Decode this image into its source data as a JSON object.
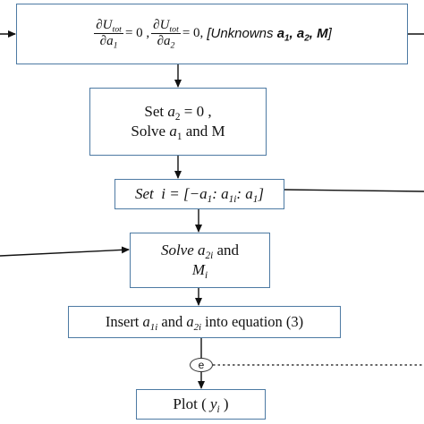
{
  "box_equations": {
    "frac1_num": "∂U",
    "frac1_num_sub": "tot",
    "frac1_den": "∂a",
    "frac1_den_sub": "1",
    "eq1_rest": "= 0 ,",
    "frac2_num": "∂U",
    "frac2_num_sub": "tot",
    "frac2_den": "∂a",
    "frac2_den_sub": "2",
    "eq2_rest": "= 0,",
    "unknowns_prefix": "[Unknowns ",
    "a1": "a",
    "a1_sub": "1",
    "comma1": ",",
    "a2": "a",
    "a2_sub": "2",
    "comma2": ",",
    "M": "M",
    "close": "]"
  },
  "box_set_a2": {
    "set_text": "Set ",
    "a2": "a",
    "a2_sub": "2",
    "set_rest": " = 0 ,",
    "solve_text": "Solve ",
    "a1": "a",
    "a1_sub": "1",
    "solve_rest": " and M"
  },
  "box_set_i": {
    "set_word": "Set",
    "i": "i",
    "mid": " = [−a",
    "sub1": "1",
    "mid2": ": a",
    "sub2": "1i",
    "mid3": ": a",
    "sub3": "1",
    "close": "]"
  },
  "box_solve_a2i": {
    "solve_word": "Solve ",
    "a": "a",
    "a_sub": "2i",
    "and_word": " and",
    "M": "M",
    "M_sub": "i"
  },
  "box_insert": {
    "insert_word": "Insert ",
    "a1": "a",
    "a1_sub": "1i",
    "and_word": " and ",
    "a2": "a",
    "a2_sub": "2i",
    "rest": " into equation (3)"
  },
  "node_e": {
    "label": "e"
  },
  "box_plot": {
    "plot_word": "Plot ( ",
    "y": "y",
    "y_sub": "i",
    "close": " )"
  },
  "colors": {
    "box_border": "#4d7aa3",
    "arrow": "#111111"
  }
}
